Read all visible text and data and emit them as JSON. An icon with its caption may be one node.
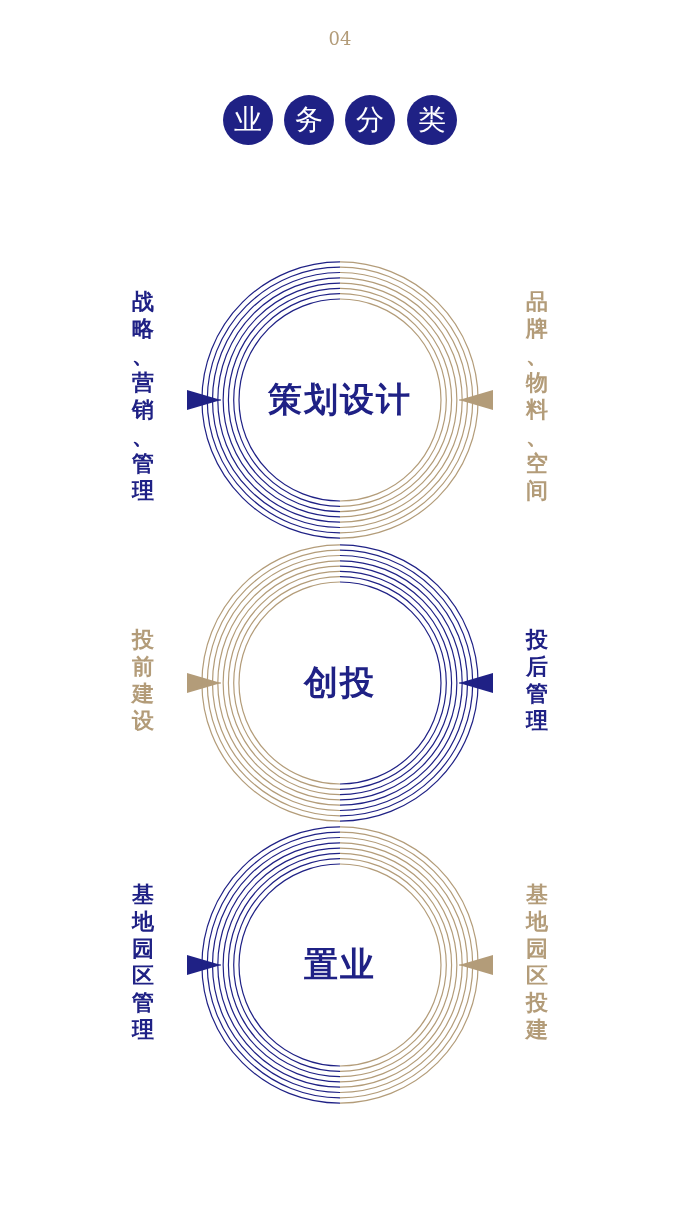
{
  "diagram": {
    "nodes": [
      {
        "text": [
          "业"
        ]
      },
      {
        "text": [
          "务"
        ]
      },
      {
        "text": [
          "分"
        ]
      },
      {
        "text": [
          "类"
        ]
      },
      {
        "text": [
          "策划设计"
        ]
      },
      {
        "text": [
          "战略、营销、管理"
        ]
      },
      {
        "text": [
          "品牌、物料、空间"
        ]
      },
      {
        "text": [
          "创投"
        ]
      },
      {
        "text": [
          "投前建设"
        ]
      },
      {
        "text": [
          "投后管理"
        ]
      },
      {
        "text": [
          "置业"
        ]
      },
      {
        "text": [
          "基地园区管理"
        ]
      },
      {
        "text": [
          "基地园区投建"
        ]
      }
    ],
    "edges": [
      {
        "from": 5,
        "to": 4,
        "arrow": "to",
        "color": "#1f2185"
      },
      {
        "from": 6,
        "to": 4,
        "arrow": "to",
        "color": "#b39c79"
      },
      {
        "from": 8,
        "to": 7,
        "arrow": "to",
        "color": "#b39c79"
      },
      {
        "from": 9,
        "to": 7,
        "arrow": "to",
        "color": "#1f2185"
      },
      {
        "from": 11,
        "to": 10,
        "arrow": "to",
        "color": "#1f2185"
      },
      {
        "from": 12,
        "to": 10,
        "arrow": "to",
        "color": "#b39c79"
      }
    ],
    "labels": [
      "04"
    ]
  }
}
